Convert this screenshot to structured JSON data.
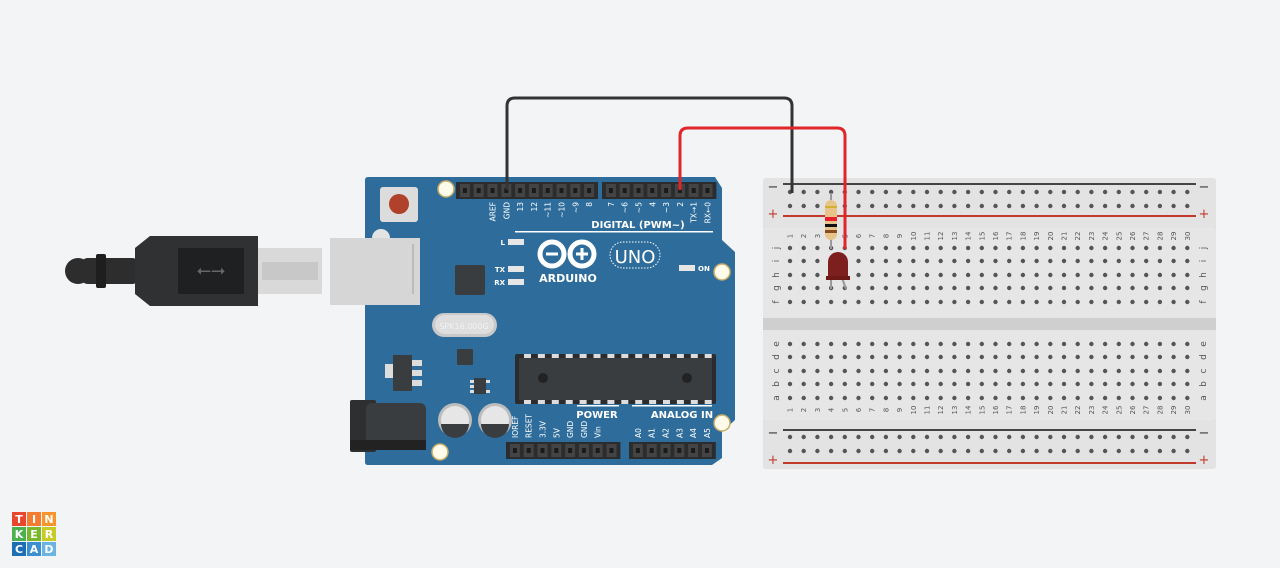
{
  "arduino": {
    "digital_pins_left": [
      "",
      "",
      "AREF",
      "GND",
      "13",
      "12",
      "~11",
      "~10",
      "~9",
      "8"
    ],
    "digital_pins_right": [
      "7",
      "~6",
      "~5",
      "4",
      "~3",
      "2",
      "TX→1",
      "RX←0"
    ],
    "digital_label": "DIGITAL (PWM~)",
    "power_pins": [
      "IOREF",
      "RESET",
      "3.3V",
      "5V",
      "GND",
      "GND",
      "Vin",
      ""
    ],
    "analog_pins": [
      "A0",
      "A1",
      "A2",
      "A3",
      "A4",
      "A5"
    ],
    "power_label": "POWER",
    "analog_label": "ANALOG IN",
    "led_l": "L",
    "led_tx": "TX",
    "led_rx": "RX",
    "led_on": "ON",
    "brand": "ARDUINO",
    "model": "UNO",
    "crystal": "SPK16.000G",
    "board_color": "#2e6d9b"
  },
  "breadboard": {
    "columns": 30,
    "rows_top": [
      "j",
      "i",
      "h",
      "g",
      "f"
    ],
    "rows_bottom": [
      "e",
      "d",
      "c",
      "b",
      "a"
    ],
    "rail_minus": "−",
    "rail_plus": "+"
  },
  "wires": {
    "gnd_color": "#333333",
    "signal_color": "#e0262b"
  },
  "logo": {
    "letters": [
      "T",
      "I",
      "N",
      "K",
      "E",
      "R",
      "C",
      "A",
      "D"
    ],
    "colors": [
      "#e8462f",
      "#f47b30",
      "#f7952d",
      "#4cb04e",
      "#78b82a",
      "#c6cb2a",
      "#1c6fb5",
      "#3c8fd1",
      "#6ab4e4"
    ]
  }
}
